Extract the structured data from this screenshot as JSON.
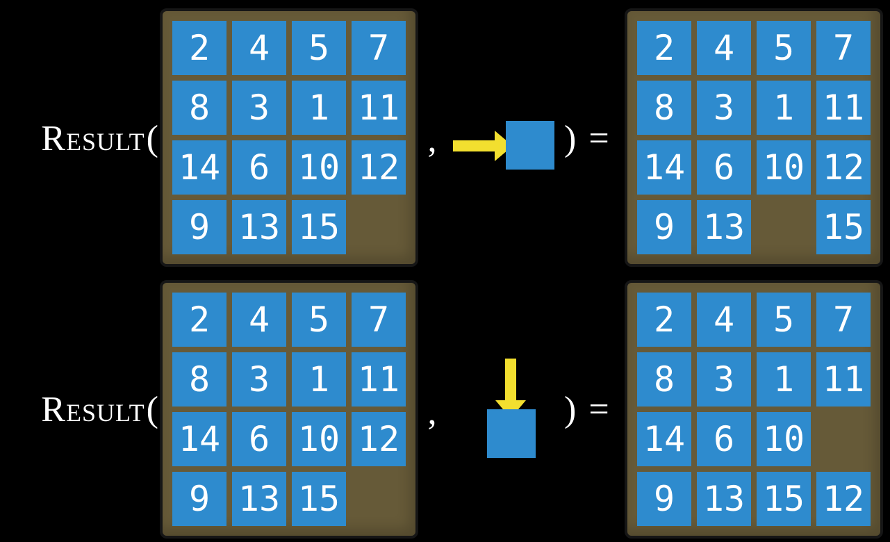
{
  "colors": {
    "bg": "#000000",
    "tile": "#2E8BCE",
    "board": "#665A38",
    "arrow": "#F2DF2F",
    "text": "#FFFFFF"
  },
  "equations": [
    {
      "function_label": "Result",
      "open_paren": "(",
      "comma": ",",
      "close_paren": ")",
      "equals": "=",
      "action": "slide-tile-right",
      "input_grid": [
        [
          2,
          4,
          5,
          7
        ],
        [
          8,
          3,
          1,
          11
        ],
        [
          14,
          6,
          10,
          12
        ],
        [
          9,
          13,
          15,
          null
        ]
      ],
      "output_grid": [
        [
          2,
          4,
          5,
          7
        ],
        [
          8,
          3,
          1,
          11
        ],
        [
          14,
          6,
          10,
          12
        ],
        [
          9,
          13,
          null,
          15
        ]
      ]
    },
    {
      "function_label": "Result",
      "open_paren": "(",
      "comma": ",",
      "close_paren": ")",
      "equals": "=",
      "action": "slide-tile-down",
      "input_grid": [
        [
          2,
          4,
          5,
          7
        ],
        [
          8,
          3,
          1,
          11
        ],
        [
          14,
          6,
          10,
          12
        ],
        [
          9,
          13,
          15,
          null
        ]
      ],
      "output_grid": [
        [
          2,
          4,
          5,
          7
        ],
        [
          8,
          3,
          1,
          11
        ],
        [
          14,
          6,
          10,
          null
        ],
        [
          9,
          13,
          15,
          12
        ]
      ]
    }
  ]
}
